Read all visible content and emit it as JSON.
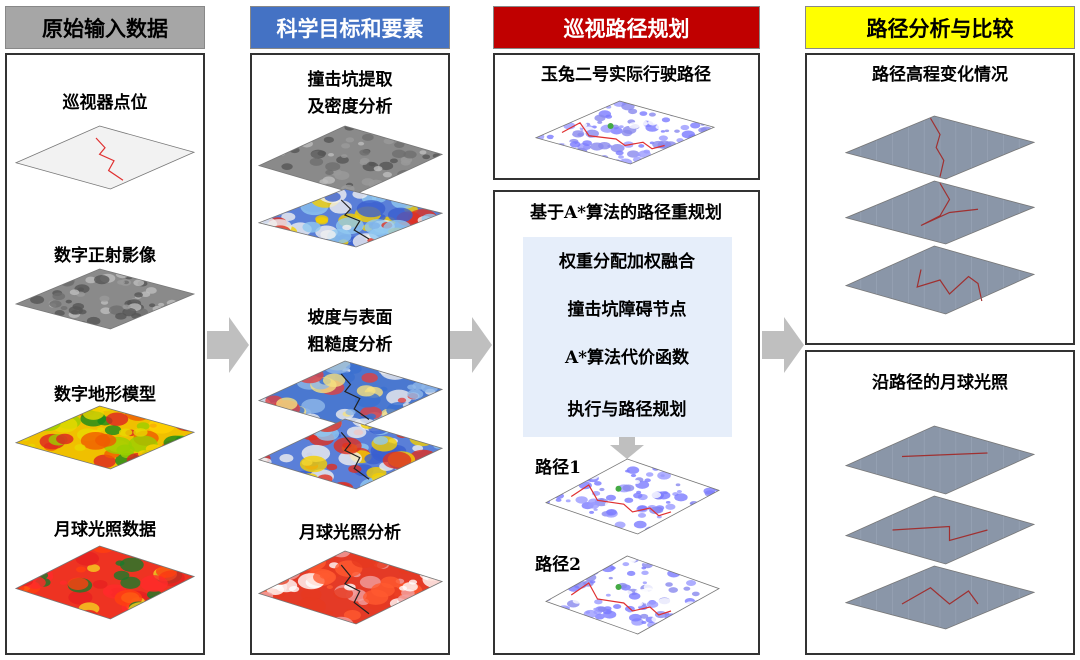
{
  "columns": {
    "input": {
      "title": "原始输入数据",
      "items": [
        "巡视器点位",
        "数字正射影像",
        "数字地形模型",
        "月球光照数据"
      ]
    },
    "science": {
      "title": "科学目标和要素",
      "items": [
        "撞击坑提取",
        "及密度分析",
        "坡度与表面",
        "粗糙度分析",
        "月球光照分析"
      ]
    },
    "planning": {
      "title": "巡视路径规划",
      "actual_path": "玉兔二号实际行驶路径",
      "replan_title": "基于A*算法的路径重规划",
      "steps": [
        "权重分配加权融合",
        "撞击坑障碍节点",
        "A*算法代价函数",
        "执行与路径规划"
      ],
      "paths": [
        "路径1",
        "路径2"
      ]
    },
    "analysis": {
      "title": "路径分析与比较",
      "elevation": "路径高程变化情况",
      "illumination": "沿路径的月球光照"
    }
  },
  "colors": {
    "gray": "#a6a6a6",
    "blue": "#4472c4",
    "red": "#c00000",
    "yellow": "#ffff00"
  }
}
